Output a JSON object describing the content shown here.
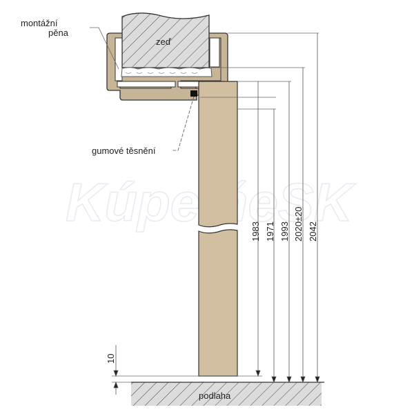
{
  "labels": {
    "foam_line1": "montážní",
    "foam_line2": "pěna",
    "wall": "zeď",
    "seal": "gumové těsnění",
    "floor": "podlaha"
  },
  "dimensions": {
    "d1983": "1983",
    "d1971": "1971",
    "d1993": "1993",
    "d2020": "2020±20",
    "d2042": "2042",
    "d10": "10"
  },
  "watermark": "KúpelňeSK",
  "colors": {
    "frame": "#c8b597",
    "door": "#d2bea0",
    "hatch_bg": "#dcdcdc",
    "line": "#555555"
  }
}
